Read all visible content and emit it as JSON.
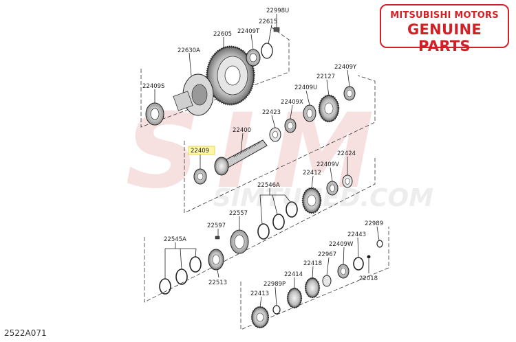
{
  "badge": {
    "line1": "MITSUBISHI MOTORS",
    "line2": "GENUINE PARTS"
  },
  "diagram_code": "2522A071",
  "watermark": {
    "brand": "SIM",
    "site": "SIMTUNED.COM"
  },
  "parts": {
    "p22998U": "22998U",
    "p22615": "22615",
    "p22605": "22605",
    "p22409T": "22409T",
    "p22630A": "22630A",
    "p22409S": "22409S",
    "p22409Y": "22409Y",
    "p22127": "22127",
    "p22409U": "22409U",
    "p22409X": "22409X",
    "p22423": "22423",
    "p22400": "22400",
    "p22409": "22409",
    "p22424": "22424",
    "p22409V": "22409V",
    "p22412": "22412",
    "p22546A": "22546A",
    "p22557": "22557",
    "p22597": "22597",
    "p22545A": "22545A",
    "p22513": "22513",
    "p22989": "22989",
    "p22443": "22443",
    "p22409W": "22409W",
    "p22967": "22967",
    "p22418": "22418",
    "p22018": "22018",
    "p22414": "22414",
    "p22989P": "22989P",
    "p22413": "22413"
  },
  "colors": {
    "brand_red": "#d32027",
    "highlight": "#fff6a8",
    "line": "#222222"
  }
}
